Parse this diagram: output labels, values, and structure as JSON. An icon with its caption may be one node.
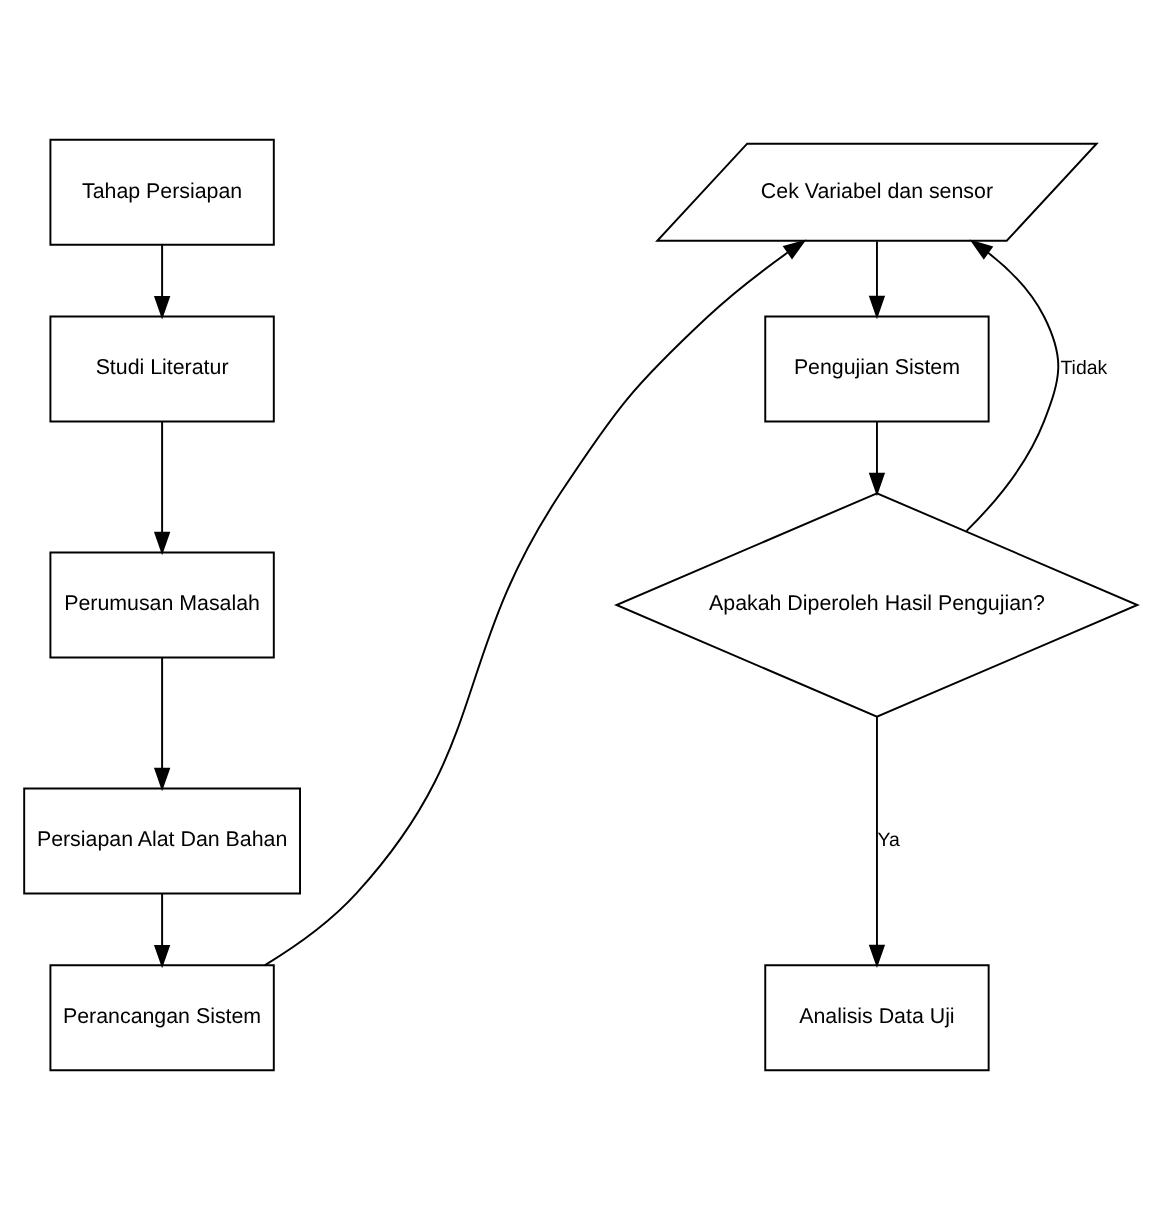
{
  "diagram": {
    "nodes": [
      {
        "text": [
          "Tahap Persiapan"
        ]
      },
      {
        "text": [
          "Studi Literatur"
        ]
      },
      {
        "text": [
          "Perumusan Masalah"
        ]
      },
      {
        "text": [
          "Persiapan Alat Dan Bahan"
        ]
      },
      {
        "text": [
          "Perancangan Sistem"
        ]
      },
      {
        "text": [
          "Cek Variabel dan sensor"
        ]
      },
      {
        "text": [
          "Pengujian Sistem"
        ]
      },
      {
        "text": [
          "Apakah Diperoleh Hasil Pengujian?"
        ]
      },
      {
        "text": [
          "Analisis Data Uji"
        ]
      }
    ],
    "edges": [
      {
        "from": 0,
        "to": 1,
        "arrow": "to"
      },
      {
        "from": 1,
        "to": 2,
        "arrow": "to"
      },
      {
        "from": 2,
        "to": 3,
        "arrow": "to"
      },
      {
        "from": 3,
        "to": 4,
        "arrow": "to"
      },
      {
        "from": 4,
        "to": 5,
        "arrow": "to"
      },
      {
        "from": 5,
        "to": 6,
        "arrow": "to"
      },
      {
        "from": 6,
        "to": 7,
        "arrow": "to"
      },
      {
        "from": 7,
        "to": 5,
        "arrow": "to",
        "label": "Tidak"
      },
      {
        "from": 7,
        "to": 8,
        "arrow": "to",
        "label": "Ya"
      }
    ]
  }
}
